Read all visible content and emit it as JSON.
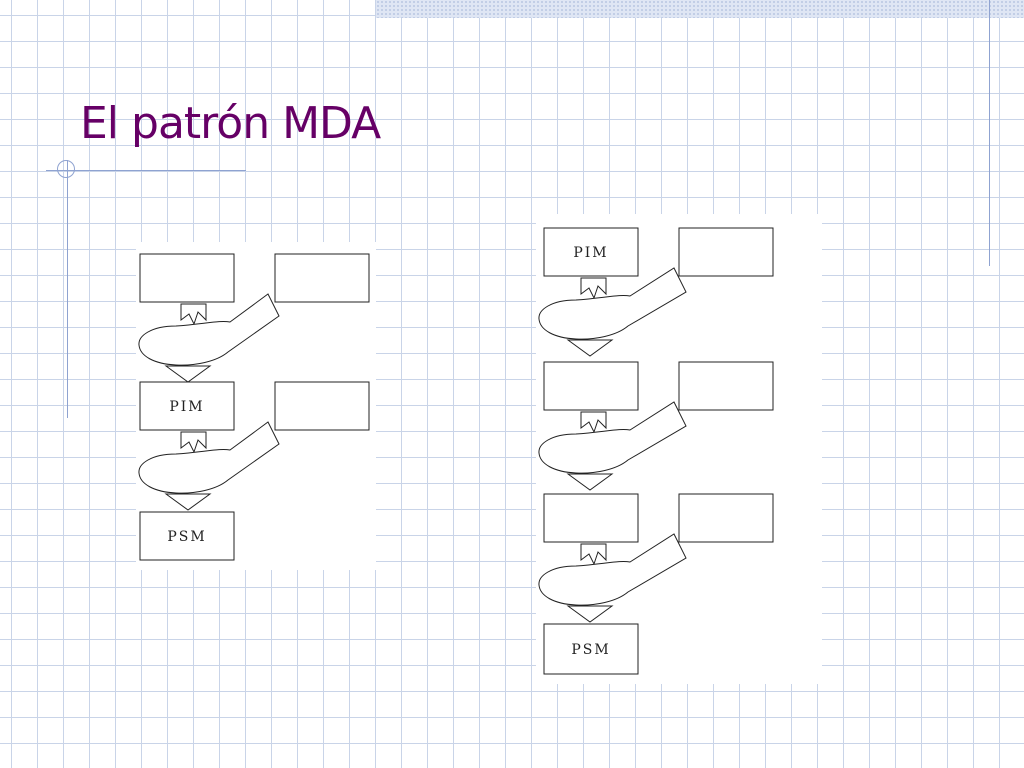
{
  "slide": {
    "title": "El patrón MDA"
  },
  "diagram_left": {
    "boxes": [
      "",
      "",
      "PIM",
      "",
      "PSM"
    ]
  },
  "diagram_right": {
    "boxes": [
      "PIM",
      "",
      "",
      "",
      "",
      "",
      "PSM"
    ]
  },
  "colors": {
    "title": "#660066",
    "grid": "#c9d4e8",
    "rule": "#8fa3d1"
  }
}
